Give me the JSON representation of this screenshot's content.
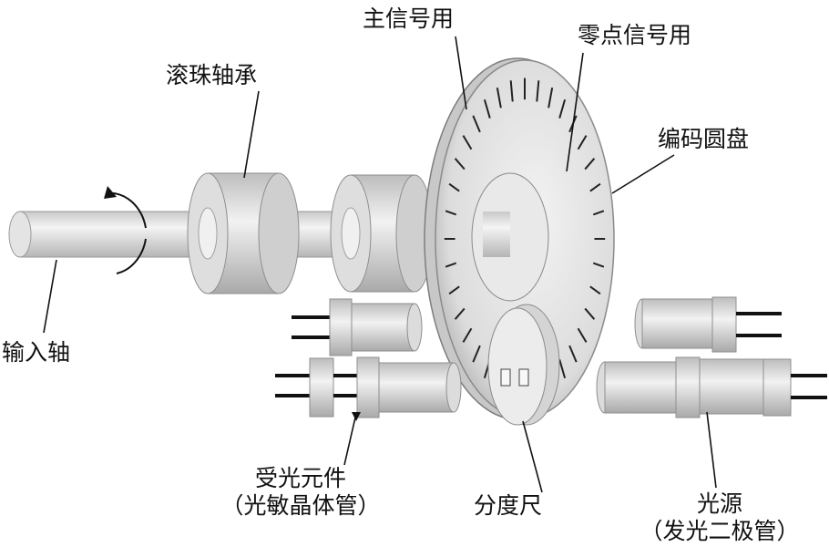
{
  "labels": {
    "main_signal": "主信号用",
    "zero_signal": "零点信号用",
    "ball_bearing": "滚珠轴承",
    "code_disc": "编码圆盘",
    "input_shaft": "输入轴",
    "receiver_line1": "受光元件",
    "receiver_line2": "（光敏晶体管）",
    "scale": "分度尺",
    "light_source_line1": "光源",
    "light_source_line2": "（发光二极管）"
  }
}
